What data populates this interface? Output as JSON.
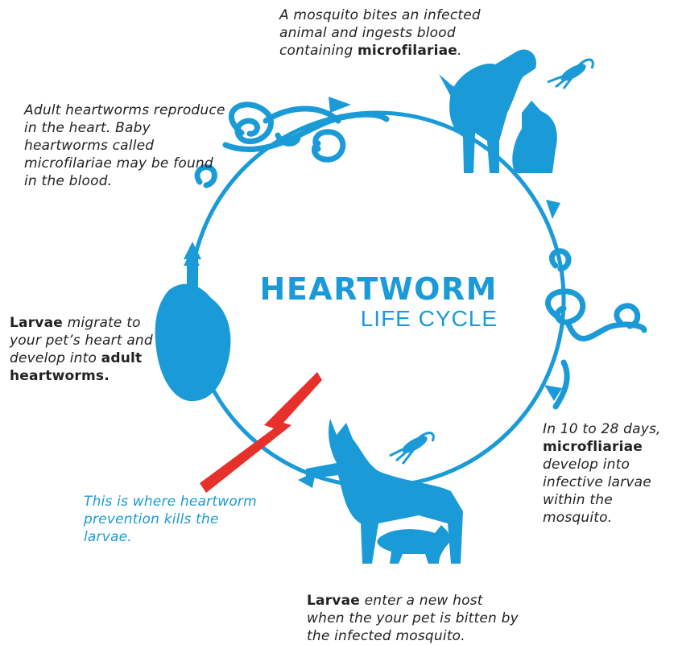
{
  "colors": {
    "cycle_blue": "#1a9bd7",
    "text": "#222222",
    "lightning_red": "#e8302a"
  },
  "title": {
    "line1": "HEARTWORM",
    "line2": "LIFE CYCLE"
  },
  "step1": {
    "text_before": "A mosquito bites an infected animal and ingests blood containing ",
    "bold": "microfilariae",
    "text_after": "."
  },
  "step2": {
    "text": "Adult heartworms reproduce in the heart. Baby heartworms called microfilariae may be found in the blood."
  },
  "step3": {
    "bold1": "Larvae",
    "text_middle": " migrate to your pet’s heart and develop into ",
    "bold2": "adult heartworms."
  },
  "step4": {
    "text_before": "In 10 to 28 days, ",
    "bold": "microfliariae",
    "text_after": " develop into infective larvae within the mosquito."
  },
  "step5": {
    "bold": "Larvae",
    "text_after": " enter a new host when the your pet is bitten by the infected mosquito."
  },
  "prevention": {
    "text": "This is where heartworm prevention kills the larvae."
  },
  "icons": [
    "dog-silhouette-icon",
    "cat-silhouette-icon",
    "mosquito-icon",
    "heartworm-icon",
    "heart-icon",
    "lightning-bolt-icon"
  ]
}
